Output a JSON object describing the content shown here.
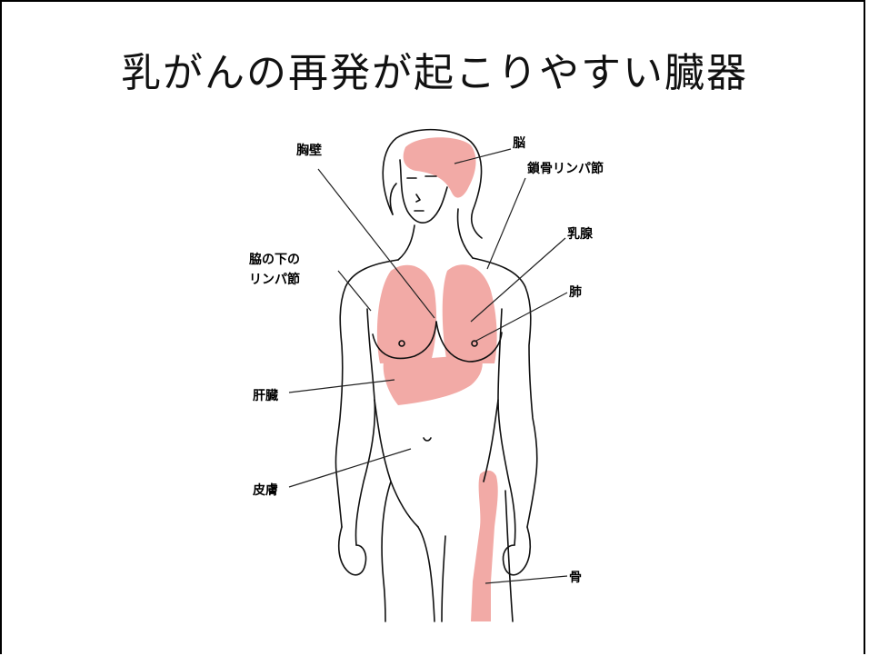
{
  "slide": {
    "title": "乳がんの再発が起こりやすい臓器"
  },
  "diagram": {
    "highlight_color": "#f2aaa6",
    "labels": {
      "chest_wall": "胸壁",
      "brain": "脳",
      "clavicle_nodes": "鎖骨リンパ節",
      "mammary_gland": "乳腺",
      "axilla_line1": "脇の下の",
      "axilla_line2": "リンパ節",
      "lung": "肺",
      "liver": "肝臓",
      "skin": "皮膚",
      "bone": "骨"
    }
  }
}
